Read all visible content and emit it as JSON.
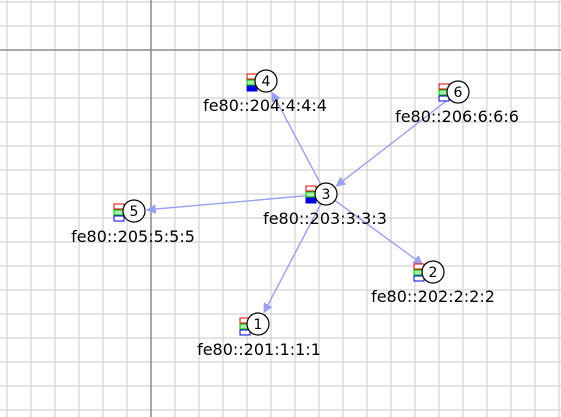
{
  "colors": {
    "background": "#ffffff",
    "grid_minor": "#c8c8c8",
    "grid_major": "#8a8a8a",
    "edge": "#9aa0f0",
    "circle": "#000000",
    "text": "#000000",
    "led_red": "#e00000",
    "led_green": "#00c000",
    "led_blue": "#0000e0"
  },
  "nodes": [
    {
      "id": "1",
      "label": "fe80::201:1:1:1"
    },
    {
      "id": "2",
      "label": "fe80::202:2:2:2"
    },
    {
      "id": "3",
      "label": "fe80::203:3:3:3"
    },
    {
      "id": "4",
      "label": "fe80::204:4:4:4"
    },
    {
      "id": "5",
      "label": "fe80::205:5:5:5"
    },
    {
      "id": "6",
      "label": "fe80::206:6:6:6"
    }
  ],
  "edges": [
    {
      "from": "3",
      "to": "4"
    },
    {
      "from": "6",
      "to": "3"
    },
    {
      "from": "3",
      "to": "5"
    },
    {
      "from": "3",
      "to": "2"
    },
    {
      "from": "3",
      "to": "1"
    }
  ]
}
